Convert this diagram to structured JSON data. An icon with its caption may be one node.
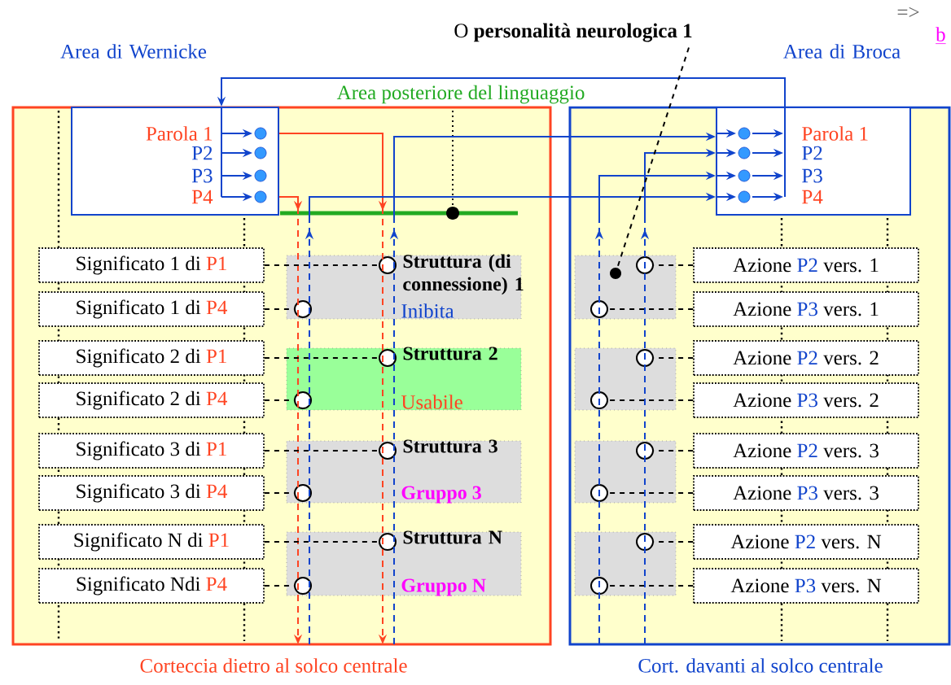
{
  "diagram": {
    "nodes": [
      {
        "text": [
          "Corteccia dietro al solco centrale"
        ]
      },
      {
        "text": [
          "Cort. davanti al solco centrale"
        ]
      },
      {
        "text": [
          "Area di Wernicke",
          "Parola 1",
          "P2",
          "P3",
          "P4"
        ],
        "in": 0
      },
      {
        "text": [
          "Area di Broca",
          "Parola 1",
          "P2",
          "P3",
          "P4"
        ],
        "in": 1
      },
      {
        "text": [
          "O **personalità neurologica 1**"
        ]
      },
      {
        "text": [
          "Significato 1 di",
          "P1"
        ],
        "in": 0
      },
      {
        "text": [
          "Significato 1 di",
          "P4"
        ],
        "in": 0
      },
      {
        "text": [
          "Significato 2 di",
          "P1"
        ],
        "in": 0
      },
      {
        "text": [
          "Significato 2 di",
          "P4"
        ],
        "in": 0
      },
      {
        "text": [
          "Significato 3 di",
          "P1"
        ],
        "in": 0
      },
      {
        "text": [
          "Significato 3 di",
          "P4"
        ],
        "in": 0
      },
      {
        "text": [
          "Significato N di",
          "P1"
        ],
        "in": 0
      },
      {
        "text": [
          "Significato Ndi",
          "P4"
        ],
        "in": 0
      },
      {
        "text": [
          "Struttura (di connessione) 1",
          "Inibita"
        ],
        "in": 0
      },
      {
        "text": [
          "Struttura 2",
          "Usabile"
        ],
        "in": 0
      },
      {
        "text": [
          "Struttura 3",
          "Gruppo 3"
        ],
        "in": 0
      },
      {
        "text": [
          "Struttura N",
          "Gruppo N"
        ],
        "in": 0
      },
      {
        "text": [],
        "shape": "box",
        "in": 1
      },
      {
        "text": [],
        "shape": "box",
        "in": 1
      },
      {
        "text": [],
        "shape": "box",
        "in": 1
      },
      {
        "text": [],
        "shape": "box",
        "in": 1
      },
      {
        "text": [
          "Azione",
          "P2",
          "vers. 1"
        ],
        "in": 1
      },
      {
        "text": [
          "Azione",
          "P3",
          "vers. 1"
        ],
        "in": 1
      },
      {
        "text": [
          "Azione",
          "P2",
          "vers. 2"
        ],
        "in": 1
      },
      {
        "text": [
          "Azione",
          "P3",
          "vers. 2"
        ],
        "in": 1
      },
      {
        "text": [
          "Azione",
          "P2",
          "vers. 3"
        ],
        "in": 1
      },
      {
        "text": [
          "Azione",
          "P3",
          "vers. 3"
        ],
        "in": 1
      },
      {
        "text": [
          "Azione",
          "P2",
          "vers. N"
        ],
        "in": 1
      },
      {
        "text": [
          "Azione",
          "P3",
          "vers. N"
        ],
        "in": 1
      },
      {
        "text": [],
        "shape": "circle",
        "in": 13
      },
      {
        "text": [],
        "shape": "circle",
        "in": 13
      },
      {
        "text": [],
        "shape": "circle",
        "in": 14
      },
      {
        "text": [],
        "shape": "circle",
        "in": 14
      },
      {
        "text": [],
        "shape": "circle",
        "in": 15
      },
      {
        "text": [],
        "shape": "circle",
        "in": 15
      },
      {
        "text": [],
        "shape": "circle",
        "in": 16
      },
      {
        "text": [],
        "shape": "circle",
        "in": 16
      },
      {
        "text": [],
        "shape": "circle",
        "in": 17
      },
      {
        "text": [],
        "shape": "circle",
        "in": 17
      },
      {
        "text": [],
        "shape": "circle",
        "in": 18
      },
      {
        "text": [],
        "shape": "circle",
        "in": 18
      },
      {
        "text": [],
        "shape": "circle",
        "in": 19
      },
      {
        "text": [],
        "shape": "circle",
        "in": 19
      },
      {
        "text": [],
        "shape": "circle",
        "in": 20
      },
      {
        "text": [],
        "shape": "circle",
        "in": 20
      },
      {
        "text": [],
        "shape": "circle",
        "in": 17
      }
    ],
    "edges": [
      {
        "from": 3,
        "to": 2,
        "arrow": "to",
        "label": "Area posteriore del linguaggio",
        "color": "#1144cc"
      },
      {
        "from": 2,
        "to": 0,
        "arrow": "to",
        "style": "dashed",
        "color": "#ff4422"
      },
      {
        "from": 2,
        "to": 0,
        "arrow": "to",
        "style": "dashed",
        "color": "#ff4422"
      },
      {
        "from": 0,
        "to": 3,
        "arrow": "to",
        "style": "dashed",
        "color": "#1144cc"
      },
      {
        "from": 0,
        "to": 3,
        "arrow": "to",
        "style": "dashed",
        "color": "#1144cc"
      },
      {
        "from": 1,
        "to": 3,
        "arrow": "to",
        "style": "dashed",
        "color": "#1144cc"
      },
      {
        "from": 1,
        "to": 3,
        "arrow": "to",
        "style": "dashed",
        "color": "#1144cc"
      },
      {
        "from": 5,
        "to": 29,
        "arrow": "none",
        "style": "dashed"
      },
      {
        "from": 6,
        "to": 30,
        "arrow": "none",
        "style": "dashed"
      },
      {
        "from": 7,
        "to": 31,
        "arrow": "none",
        "style": "dashed"
      },
      {
        "from": 8,
        "to": 32,
        "arrow": "none",
        "style": "dashed"
      },
      {
        "from": 9,
        "to": 33,
        "arrow": "none",
        "style": "dashed"
      },
      {
        "from": 10,
        "to": 34,
        "arrow": "none",
        "style": "dashed"
      },
      {
        "from": 11,
        "to": 35,
        "arrow": "none",
        "style": "dashed"
      },
      {
        "from": 12,
        "to": 36,
        "arrow": "none",
        "style": "dashed"
      },
      {
        "from": 21,
        "to": 37,
        "arrow": "none",
        "style": "dashed"
      },
      {
        "from": 22,
        "to": 38,
        "arrow": "none",
        "style": "dashed"
      },
      {
        "from": 23,
        "to": 39,
        "arrow": "none",
        "style": "dashed"
      },
      {
        "from": 24,
        "to": 40,
        "arrow": "none",
        "style": "dashed"
      },
      {
        "from": 25,
        "to": 41,
        "arrow": "none",
        "style": "dashed"
      },
      {
        "from": 26,
        "to": 42,
        "arrow": "none",
        "style": "dashed"
      },
      {
        "from": 27,
        "to": 43,
        "arrow": "none",
        "style": "dashed"
      },
      {
        "from": 28,
        "to": 44,
        "arrow": "none",
        "style": "dashed"
      },
      {
        "from": 4,
        "to": 45,
        "arrow": "none",
        "style": "dashed"
      }
    ],
    "labels": [
      "=>",
      "b"
    ]
  }
}
